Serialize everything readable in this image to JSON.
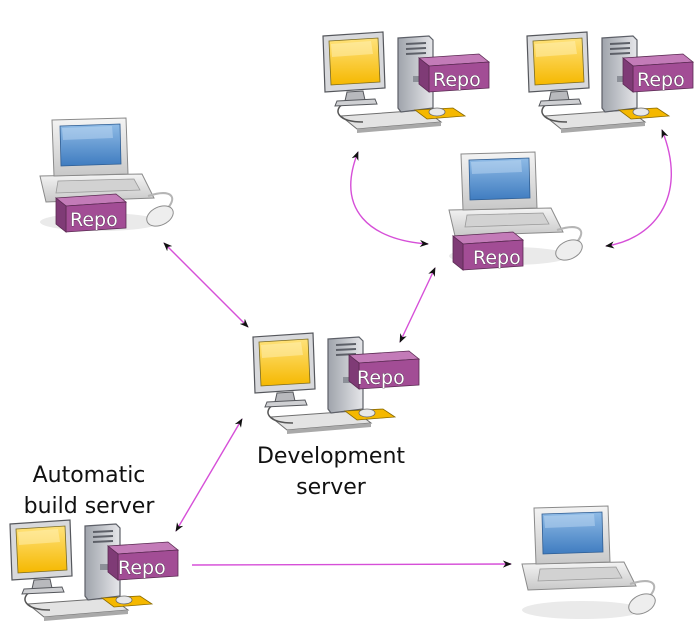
{
  "repo_label": "Repo",
  "labels": {
    "build_server_line1": "Automatic",
    "build_server_line2": "build server",
    "dev_server_line1": "Development",
    "dev_server_line2": "server"
  },
  "colors": {
    "arrow": "#d64fd8",
    "repo_front": "#a24d95",
    "repo_side": "#7f3b76",
    "repo_top": "#c37bb8",
    "screen_blue": "#5c94cf",
    "screen_yellow": "#ffcc22",
    "tower": "#c9cbd0",
    "laptop_body": "#e2e2e2"
  },
  "nodes": [
    {
      "id": "workstation-top-left",
      "kind": "tower",
      "has_repo": true
    },
    {
      "id": "workstation-top-right",
      "kind": "tower",
      "has_repo": true
    },
    {
      "id": "laptop-left",
      "kind": "laptop",
      "has_repo": true
    },
    {
      "id": "laptop-middle",
      "kind": "laptop",
      "has_repo": true
    },
    {
      "id": "development-server",
      "kind": "tower",
      "has_repo": true
    },
    {
      "id": "automatic-build-server",
      "kind": "tower",
      "has_repo": true
    },
    {
      "id": "laptop-bottom-right",
      "kind": "laptop",
      "has_repo": false
    }
  ],
  "connections": [
    {
      "from": "laptop-left",
      "to": "development-server",
      "bidirectional": true
    },
    {
      "from": "laptop-middle",
      "to": "development-server",
      "bidirectional": true
    },
    {
      "from": "workstation-top-left",
      "to": "laptop-middle",
      "bidirectional": true
    },
    {
      "from": "workstation-top-right",
      "to": "laptop-middle",
      "bidirectional": true
    },
    {
      "from": "development-server",
      "to": "automatic-build-server",
      "bidirectional": true
    },
    {
      "from": "automatic-build-server",
      "to": "laptop-bottom-right",
      "bidirectional": false
    }
  ]
}
